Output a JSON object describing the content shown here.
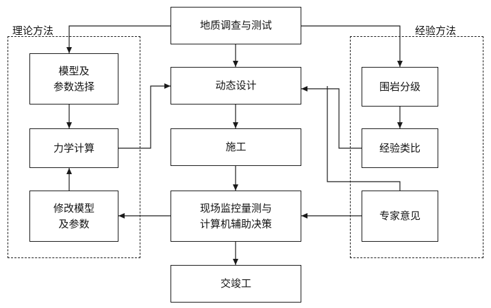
{
  "groups": {
    "theory": "理论方法",
    "experience": "经验方法"
  },
  "nodes": {
    "survey": "地质调查与测试",
    "design": "动态设计",
    "construction": "施工",
    "monitoring": [
      "现场监控量测与",
      "计算机辅助决策"
    ],
    "completion": "交竣工",
    "model_params": [
      "模型及",
      "参数选择"
    ],
    "mechanics": "力学计算",
    "modify": [
      "修改模型",
      "及参数"
    ],
    "rock_class": "围岩分级",
    "analogy": "经验类比",
    "expert": "专家意见"
  },
  "edge_color": "#1a1a1a"
}
